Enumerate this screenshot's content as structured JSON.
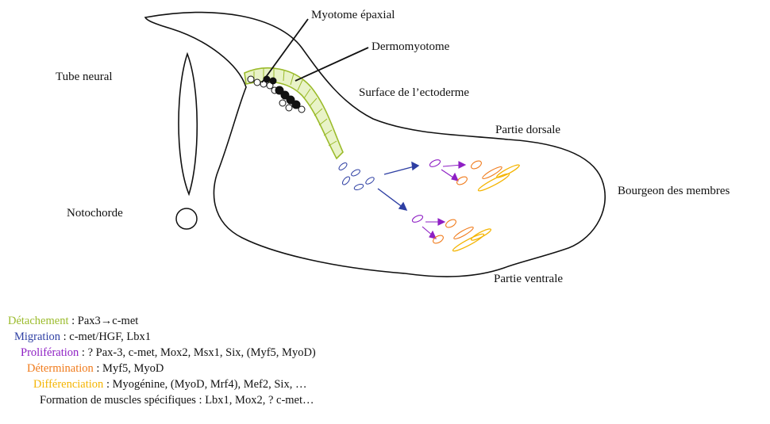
{
  "labels": {
    "tube_neural": "Tube neural",
    "notochorde": "Notochorde",
    "myotome_epaxial": "Myotome épaxial",
    "dermomyotome": "Dermomyotome",
    "surface_ectoderme": "Surface de l’ectoderme",
    "partie_dorsale": "Partie dorsale",
    "partie_ventrale": "Partie ventrale",
    "bourgeon_membres": "Bourgeon des membres"
  },
  "colors": {
    "detachement": "#9bbb2b",
    "migration": "#2e3fa3",
    "proliferation": "#8e1fc4",
    "determination": "#f07a1a",
    "differenciation": "#f4b400",
    "outline": "#111111"
  },
  "legend": [
    {
      "stage": "Détachement",
      "sep": " : ",
      "genes": "Pax3→c-met",
      "color_key": "detachement"
    },
    {
      "stage": "Migration",
      "sep": " : ",
      "genes": "c-met/HGF, Lbx1",
      "color_key": "migration"
    },
    {
      "stage": "Prolifération",
      "sep": " : ",
      "genes": "? Pax-3, c-met, Mox2, Msx1, Six, (Myf5, MyoD)",
      "color_key": "proliferation"
    },
    {
      "stage": "Détermination",
      "sep": " : ",
      "genes": "Myf5, MyoD",
      "color_key": "determination"
    },
    {
      "stage": "Différenciation",
      "sep": " : ",
      "genes": "Myogénine, (MyoD, Mrf4), Mef2, Six, …",
      "color_key": "differenciation"
    },
    {
      "stage": "Formation de muscles spécifiques",
      "sep": " : ",
      "genes": "Lbx1, Mox2, ? c-met…",
      "color_key": "outline"
    }
  ]
}
